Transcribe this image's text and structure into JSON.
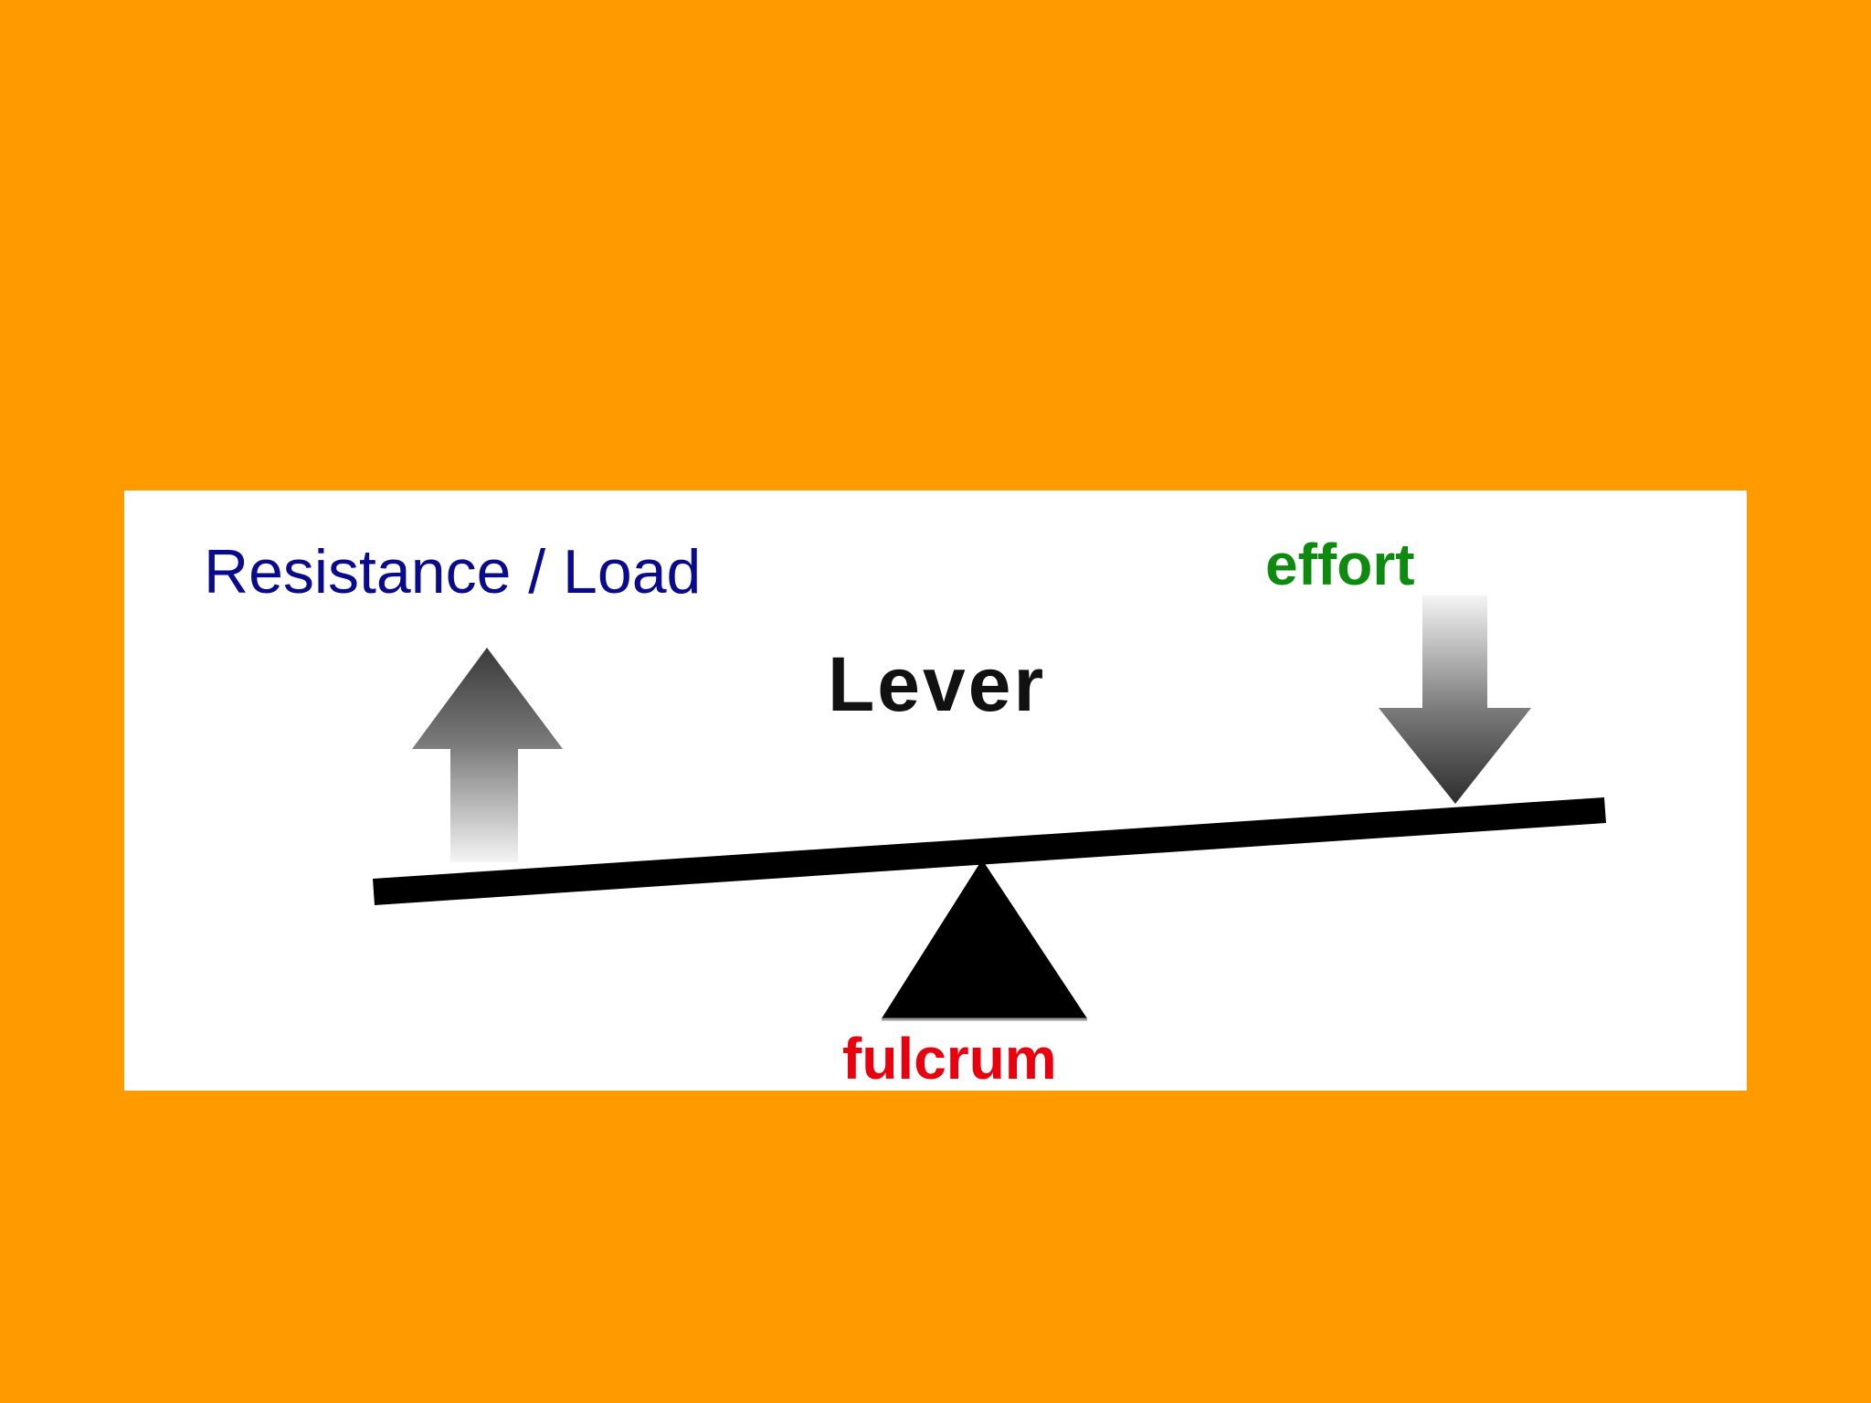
{
  "slide": {
    "background_color": "#FF9A00",
    "panel_color": "#FFFFFF"
  },
  "diagram": {
    "title": "Lever",
    "load_label": "Resistance / Load",
    "effort_label": "effort",
    "fulcrum_label": "fulcrum",
    "colors": {
      "load": "#0A0A8C",
      "effort": "#0E8A0E",
      "fulcrum": "#E8000E",
      "beam": "#000000",
      "arrow_dark": "#3A3A3A",
      "arrow_light": "#EDEDED"
    },
    "icons": {
      "load_arrow": "arrow-up-icon",
      "effort_arrow": "arrow-down-icon",
      "fulcrum": "triangle-fulcrum-icon"
    }
  }
}
